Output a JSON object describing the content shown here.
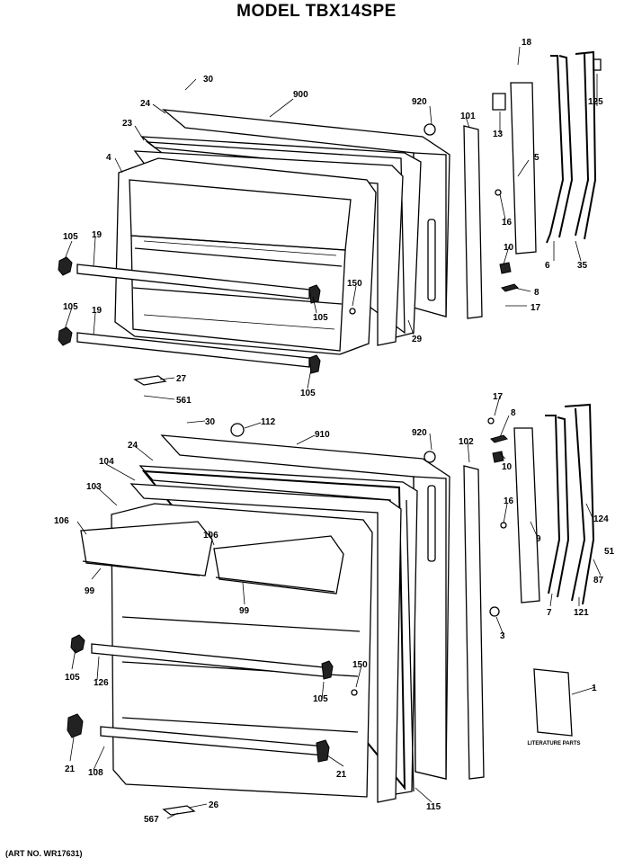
{
  "title": "MODEL TBX14SPE",
  "art_number": "(ART NO. WR17631)",
  "literature_caption": "LITERATURE PARTS",
  "callouts": {
    "c30a": "30",
    "c900": "900",
    "c920a": "920",
    "c24a": "24",
    "c23": "23",
    "c4": "4",
    "c101": "101",
    "c18": "18",
    "c125": "125",
    "c13": "13",
    "c5": "5",
    "c16a": "16",
    "c10a": "10",
    "c6": "6",
    "c35": "35",
    "c8a": "8",
    "c17a": "17",
    "c105a": "105",
    "c19a": "19",
    "c105b": "105",
    "c19b": "19",
    "c150a": "150",
    "c105c": "105",
    "c29": "29",
    "c105d": "105",
    "c27": "27",
    "c561a": "561",
    "c30b": "30",
    "c112": "112",
    "c910": "910",
    "c920b": "920",
    "c24b": "24",
    "c104": "104",
    "c103": "103",
    "c102": "102",
    "c17b": "17",
    "c8b": "8",
    "c10b": "10",
    "c16b": "16",
    "c9": "9",
    "c124": "124",
    "c51": "51",
    "c87": "87",
    "c106a": "106",
    "c106b": "106",
    "c99a": "99",
    "c99b": "99",
    "c7": "7",
    "c121": "121",
    "c3": "3",
    "c105e": "105",
    "c126": "126",
    "c150b": "150",
    "c105f": "105",
    "c1": "1",
    "c21a": "21",
    "c108": "108",
    "c21b": "21",
    "c115": "115",
    "c26": "26",
    "c567": "567"
  }
}
